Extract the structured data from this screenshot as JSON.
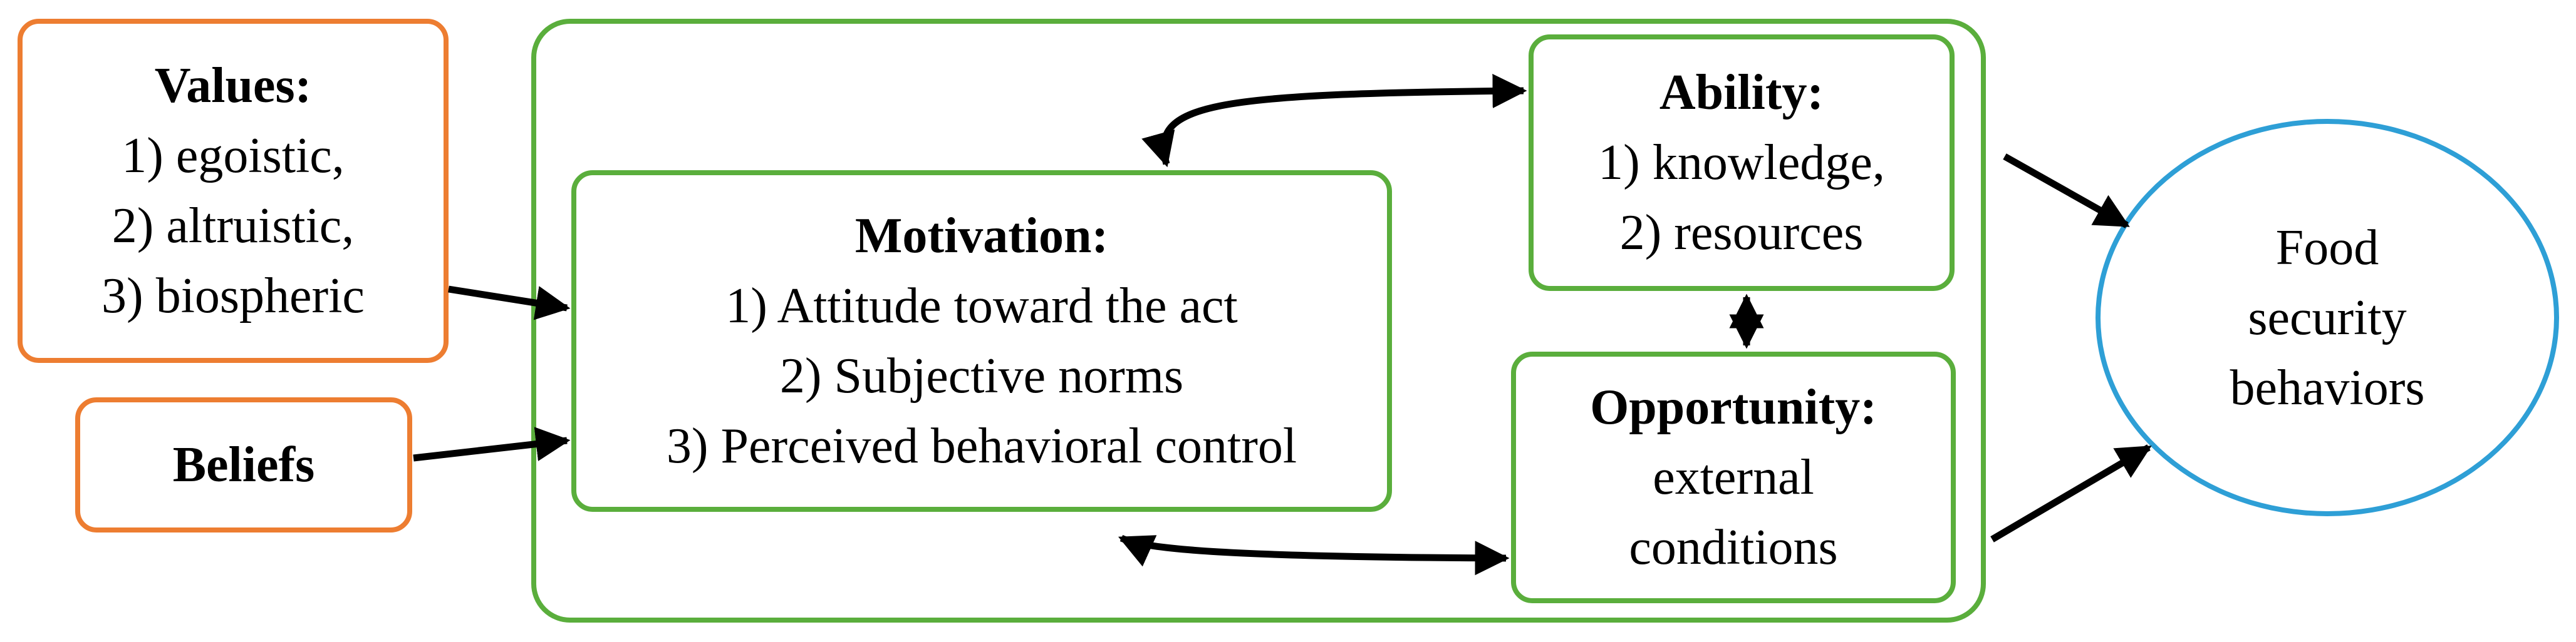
{
  "values_box": {
    "title": "Values:",
    "items": [
      "1) egoistic,",
      "2) altruistic,",
      "3) biospheric"
    ]
  },
  "beliefs_box": {
    "title": "Beliefs"
  },
  "motivation_box": {
    "title": "Motivation:",
    "items": [
      "1) Attitude toward the act",
      "2) Subjective norms",
      "3) Perceived behavioral control"
    ]
  },
  "ability_box": {
    "title": "Ability:",
    "items": [
      "1) knowledge,",
      "2) resources"
    ]
  },
  "opportunity_box": {
    "title": "Opportunity:",
    "items": [
      "external",
      "conditions"
    ]
  },
  "outcome": {
    "lines": [
      "Food",
      "security",
      "behaviors"
    ]
  },
  "colors": {
    "determinant_border": "#ed7d31",
    "moa_border": "#5aae3c",
    "outcome_border": "#2e9fd6",
    "arrow": "#000000"
  }
}
